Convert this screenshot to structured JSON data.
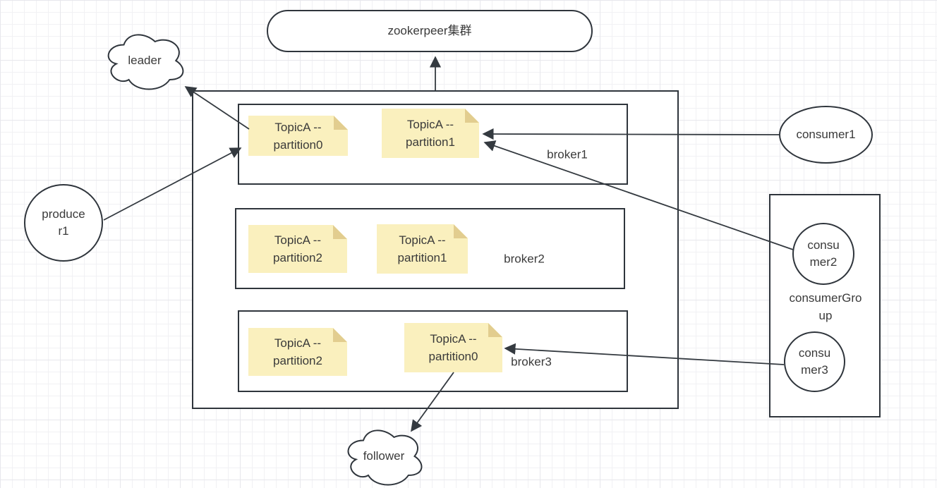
{
  "nodes": {
    "zookeeper": {
      "label": "zookerpeer集群",
      "shape": "rounded-rectangle"
    },
    "leader": {
      "label": "leader",
      "shape": "cloud"
    },
    "follower": {
      "label": "follower",
      "shape": "cloud"
    },
    "producer1": {
      "label": "produce\nr1",
      "shape": "circle"
    },
    "consumer1": {
      "label": "consumer1",
      "shape": "ellipse"
    },
    "consumer_group": {
      "label": "consumerGro\nup",
      "shape": "rectangle"
    },
    "consumer2": {
      "label": "consu\nmer2",
      "shape": "circle"
    },
    "consumer3": {
      "label": "consu\nmer3",
      "shape": "circle"
    }
  },
  "brokers": [
    {
      "label": "broker1",
      "partitions": [
        {
          "label": "TopicA --\npartition0"
        },
        {
          "label": "TopicA --\npartition1"
        }
      ]
    },
    {
      "label": "broker2",
      "partitions": [
        {
          "label": "TopicA --\npartition2"
        },
        {
          "label": "TopicA --\npartition1"
        }
      ]
    },
    {
      "label": "broker3",
      "partitions": [
        {
          "label": "TopicA --\npartition2"
        },
        {
          "label": "TopicA --\npartition0"
        }
      ]
    }
  ],
  "connections": [
    {
      "from": "kafka-cluster-box",
      "to": "zookeeper-cluster",
      "arrow_at": "to"
    },
    {
      "from": "broker1-partition0",
      "to": "leader",
      "arrow_at": "to"
    },
    {
      "from": "producer1",
      "to": "broker1-partition0",
      "arrow_at": "to"
    },
    {
      "from": "consumer1",
      "to": "broker1-partition1",
      "arrow_at": "to"
    },
    {
      "from": "consumer2",
      "to": "broker1-partition1",
      "arrow_at": "to"
    },
    {
      "from": "consumer3",
      "to": "broker3-partition0",
      "arrow_at": "to"
    },
    {
      "from": "broker3-partition0",
      "to": "follower",
      "arrow_at": "to"
    }
  ],
  "colors": {
    "note_fill": "#FAF0BE",
    "note_fold": "#E2CD8F",
    "shape_stroke": "#2F353C",
    "connector": "#343A40",
    "text": "#3A3A3A",
    "canvas_background": "#FFFFFF",
    "grid_line": "#EFEFF2"
  }
}
